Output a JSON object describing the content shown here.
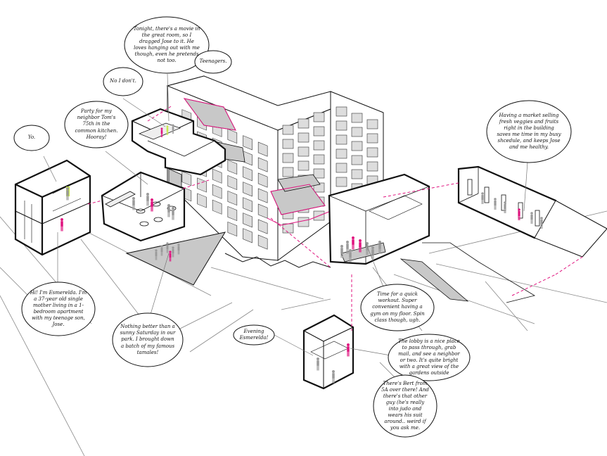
{
  "diagram": {
    "speech_bubbles": [
      {
        "id": "movie",
        "text": "Tonight, there's a movie in the great room, so I dragged Jose to it. He loves hanging out with me though, even he pretends not too."
      },
      {
        "id": "teenagers",
        "text": "Teenagers."
      },
      {
        "id": "no-i-dont",
        "text": "No I don't."
      },
      {
        "id": "party",
        "text": "Party for my neighbor Tom's 75th in the common kitchen. Hooray!"
      },
      {
        "id": "yo",
        "text": "Yo."
      },
      {
        "id": "market",
        "text": "Having a market selling fresh veggies and fruits right in the building saves me time in my busy shcedule, and keeps Jose and me healthy."
      },
      {
        "id": "intro",
        "text": "Hi! I'm Esmerelda. I'm a 37-year old single mother living in a 1-bedroom apartment with my teenage son, Jose."
      },
      {
        "id": "park",
        "text": "Nothing better than a sunny Saturday in our park. I brought down a batch of my famous tamales!"
      },
      {
        "id": "workout",
        "text": "Time for a quick workout. Super convenient having a gym on my floor. Spin class though, ugh."
      },
      {
        "id": "evening",
        "text": "Evening Esmerelda!"
      },
      {
        "id": "lobby",
        "text": "The lobby is a nice place to pass through, grab mail, and see a neighbor or two. It's quite bright with a great view of the gardens outside"
      },
      {
        "id": "bert",
        "text": "There's Bert from 5A over there! And there's that other guy (he's really into judo and wears his suit around.. weird if you ask me."
      }
    ],
    "colors": {
      "accent": "#e0147f",
      "line": "#111111",
      "gray_fill": "#c8c8c8",
      "window": "#dddddd",
      "figure": "#9a9a9a",
      "highlight_yellow": "#c8e84a"
    }
  }
}
